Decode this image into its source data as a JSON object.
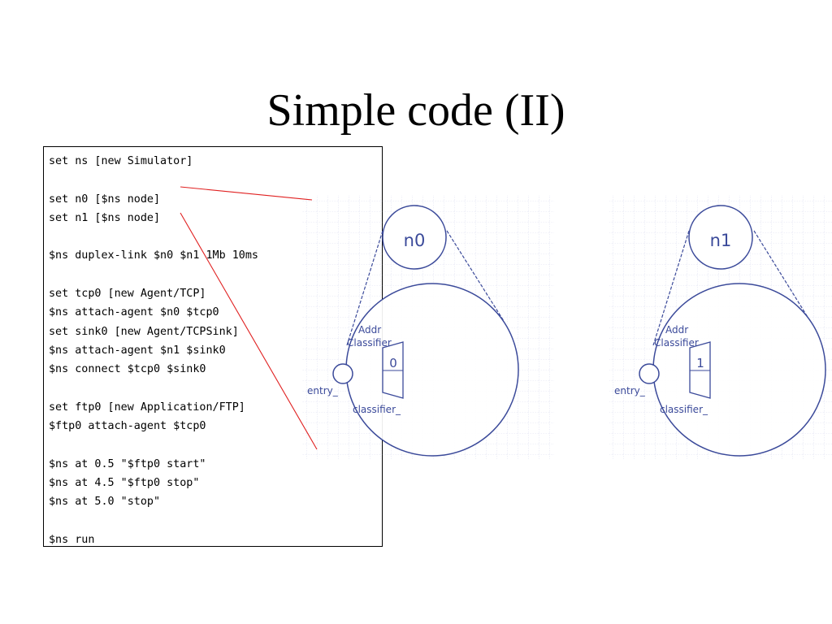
{
  "slide": {
    "title": "Simple code (II)"
  },
  "code": {
    "lines": [
      "set ns [new Simulator]",
      "",
      "set n0 [$ns node]",
      "set n1 [$ns node]",
      "",
      "$ns duplex-link $n0 $n1 1Mb 10ms",
      "",
      "set tcp0 [new Agent/TCP]",
      "$ns attach-agent $n0 $tcp0",
      "set sink0 [new Agent/TCPSink]",
      "$ns attach-agent $n1 $sink0",
      "$ns connect $tcp0 $sink0",
      "",
      "set ftp0 [new Application/FTP]",
      "$ftp0 attach-agent $tcp0",
      "",
      "$ns at 0.5 \"$ftp0 start\"",
      "$ns at 4.5 \"$ftp0 stop\"",
      "$ns at 5.0 \"stop\"",
      "",
      "$ns run"
    ]
  },
  "diagram": {
    "nodes": [
      {
        "name": "n0",
        "addr_label_1": "Addr",
        "addr_label_2": "Classifier",
        "slot": "0",
        "entry_label": "entry_",
        "classifier_label": "classifier_"
      },
      {
        "name": "n1",
        "addr_label_1": "Addr",
        "addr_label_2": "Classifier",
        "slot": "1",
        "entry_label": "entry_",
        "classifier_label": "classifier_"
      }
    ],
    "colors": {
      "node_stroke": "#3b4a9a",
      "pointer_line": "#e02020",
      "grid": "#c8cce8"
    }
  }
}
